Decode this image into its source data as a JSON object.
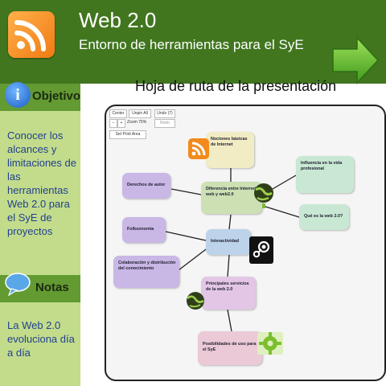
{
  "header": {
    "title": "Web 2.0",
    "subtitle": "Entorno de herramientas para el SyE"
  },
  "sidebar": {
    "objetivo": {
      "label": "Objetivo",
      "text": "Conocer los alcances y limitaciones de las herramientas Web 2.0 para el SyE de proyectos"
    },
    "notas": {
      "label": "Notas",
      "text": "La Web 2.0 evoluciona día a día"
    }
  },
  "main": {
    "title": "Hoja de ruta de la presentación"
  },
  "mindmap": {
    "toolbar": {
      "center": "Center",
      "unpin_all": "Unpin All",
      "undo": "Undo (7)",
      "redo": "Redo",
      "zoom_minus": "−",
      "zoom_plus": "+",
      "zoom": "Zoom 75%",
      "set_print_area": "Set Print Area"
    },
    "nodes": {
      "nociones": "Nociones básicas de Internet",
      "derechos": "Derechos de autor",
      "diferencia": "Diferencia entre Internet web y web2.0",
      "influencia": "Influencia en la vida profesional",
      "que_es": "Qué es la web 2.0?",
      "folksonomia": "Folksonomía",
      "interactividad": "Interactividad",
      "colaboracion": "Colaboración y distribución del conocimiento",
      "principales": "Principales servicios de la web 2.0",
      "posibilidades": "Posibilidades de uso para el SyE"
    }
  },
  "colors": {
    "header_green": "#41761f",
    "sidebar_green": "#c3dc8c",
    "sidebar_head": "#639a32",
    "sidebar_text": "#22418f"
  }
}
